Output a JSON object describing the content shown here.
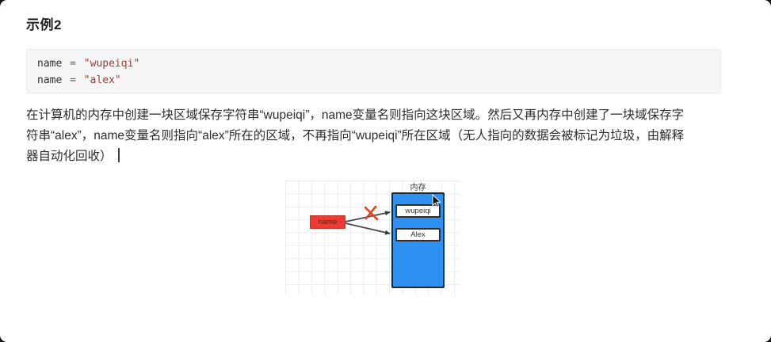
{
  "document": {
    "heading": "示例2",
    "code_block": {
      "lines": [
        {
          "variable": "name",
          "operator": "=",
          "string": "\"wupeiqi\""
        },
        {
          "variable": "name",
          "operator": "=",
          "string": "\"alex\""
        }
      ]
    },
    "paragraph": {
      "lines": [
        "在计算机的内存中创建一块区域保存字符串“wupeiqi”，name变量名则指向这块区域。然后又再内存中创建了一块域保存字",
        "符串“alex”，name变量名则指向“alex”所在的区域，不再指向“wupeiqi”所在区域（无人指向的数据会被标记为垃圾，由解释",
        "器自动化回收）"
      ]
    }
  },
  "diagram": {
    "memory_label": "内存",
    "variable_name": "name",
    "values": [
      "wupeiqi",
      "Alex"
    ],
    "colors": {
      "memory_fill": "#2E90F0",
      "memory_border": "#15293F",
      "variable_fill": "#EE3A30",
      "arrow": "#4A4A4A",
      "cross": "#E2401C"
    }
  }
}
